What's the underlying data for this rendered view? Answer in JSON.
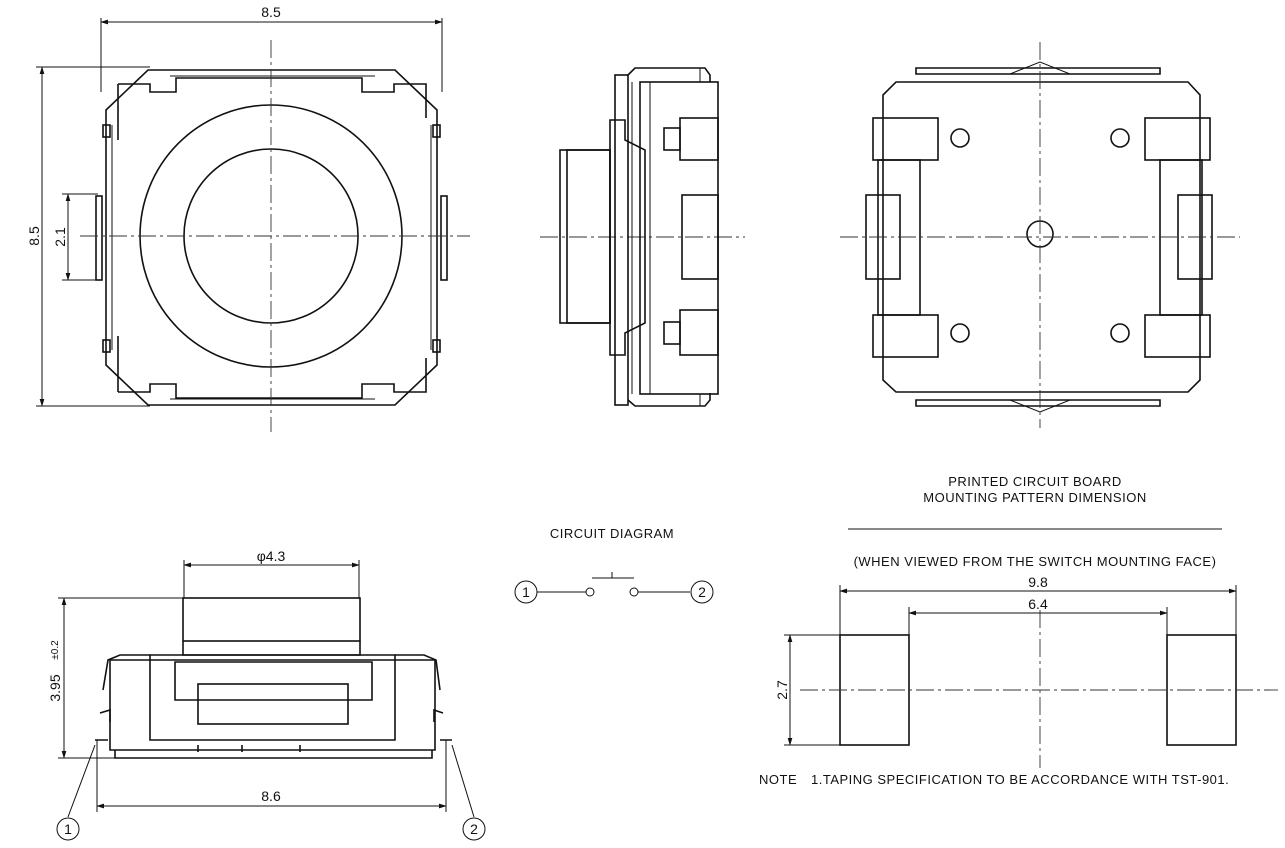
{
  "top_view": {
    "width_dim": "8.5",
    "height_dim": "8.5",
    "pin_dim": "2.1"
  },
  "front_view": {
    "diameter_dim": "φ4.3",
    "height_dim": "3.95",
    "height_tol": "±0.2",
    "width_dim": "8.6",
    "pin1": "1",
    "pin2": "2"
  },
  "circuit": {
    "title": "CIRCUIT DIAGRAM",
    "node1": "1",
    "node2": "2"
  },
  "pcb": {
    "title_line1": "PRINTED CIRCUIT BOARD",
    "title_line2": "MOUNTING PATTERN DIMENSION",
    "subtitle": "(WHEN VIEWED FROM THE SWITCH MOUNTING FACE)",
    "dim_outer": "9.8",
    "dim_inner": "6.4",
    "dim_height": "2.7"
  },
  "note": {
    "label": "NOTE",
    "text": "1.TAPING SPECIFICATION TO BE ACCORDANCE WITH TST-901."
  }
}
